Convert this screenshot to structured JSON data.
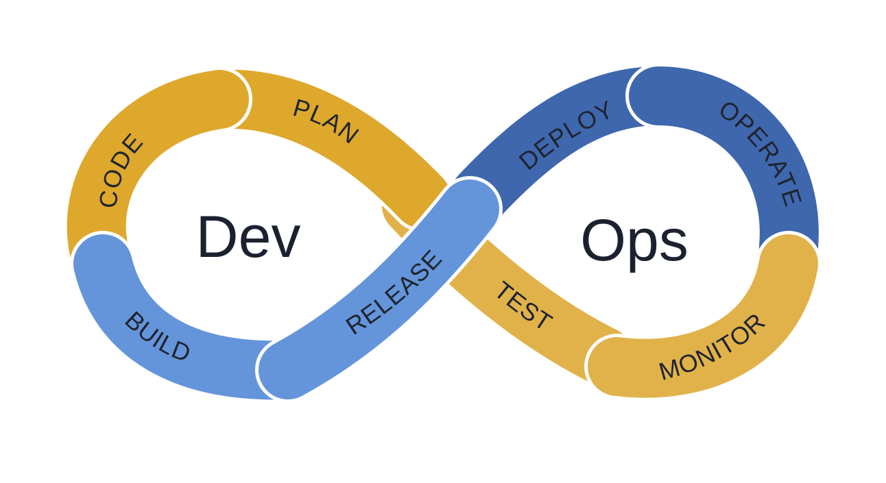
{
  "center": {
    "left_word": "Dev",
    "right_word": "Ops"
  },
  "stages": {
    "code": "CODE",
    "plan": "PLAN",
    "build": "BUILD",
    "release": "RELEASE",
    "deploy": "DEPLOY",
    "operate": "OPERATE",
    "test": "TEST",
    "monitor": "MONITOR"
  },
  "colors": {
    "gold": "#DEA82D",
    "gold_light": "#E1B24A",
    "blue_dark": "#3F67AD",
    "blue_light": "#6495DA",
    "text": "#1F2430",
    "background": "#FFFFFF"
  }
}
